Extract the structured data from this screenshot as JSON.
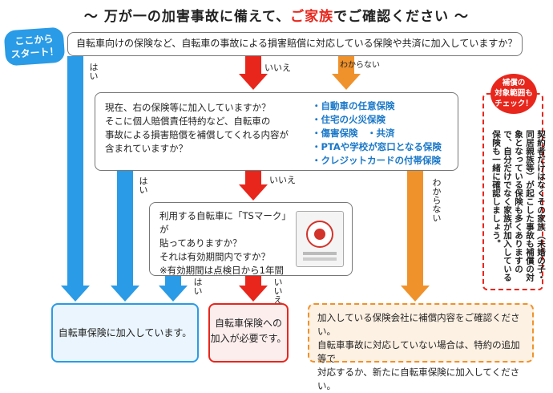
{
  "title": {
    "prefix": "～ 万が一の加害事故に備えて、",
    "highlight": "ご家族",
    "suffix": "でご確認ください ～"
  },
  "start": {
    "line1": "ここから",
    "line2": "スタート！"
  },
  "q1": {
    "text": "自転車向けの保険など、自転車の事故による損害賠償に対応している保険や共済に加入していますか？"
  },
  "q2": {
    "lines": [
      "現在、右の保険等に加入していますか？",
      "そこに個人賠償責任特約など、自転車の",
      "事故による損害賠償を補償してくれる内容が",
      "含まれていますか？"
    ],
    "list": [
      "・自動車の任意保険",
      "・住宅の火災保険",
      "・傷害保険　・共済",
      "・PTAや学校が窓口となる保険",
      "・クレジットカードの付帯保険"
    ]
  },
  "q3": {
    "lines": [
      "利用する自転車に「TSマーク」が",
      "貼ってありますか？",
      "それは有効期間内ですか？",
      "※有効期間は点検日から1年間"
    ]
  },
  "labels": {
    "yes": "はい",
    "no": "いいえ",
    "unknown": "わからない"
  },
  "results": {
    "insured": "自転車保険に加入しています。",
    "need_line1": "自転車保険への",
    "need_line2": "加入が必要です。",
    "confirm": [
      "加入している保険会社に補償内容をご確認ください。",
      "自転車事故に対応していない場合は、特約の追加等で",
      "対応するか、新たに自転車保険に加入してください。"
    ]
  },
  "side": {
    "badge": [
      "補償の",
      "対象範囲も",
      "チェック！"
    ],
    "text": "契約者だけはなくその家族（未婚の子・同居親族等）が起こした事故も補償の対象となっている保険も多くありますので、自分だけでなく家族が加入している保険も一緒に確認しましょう。"
  },
  "colors": {
    "blue": "#2a9be6",
    "red": "#e8261c",
    "orange": "#f0922b"
  }
}
